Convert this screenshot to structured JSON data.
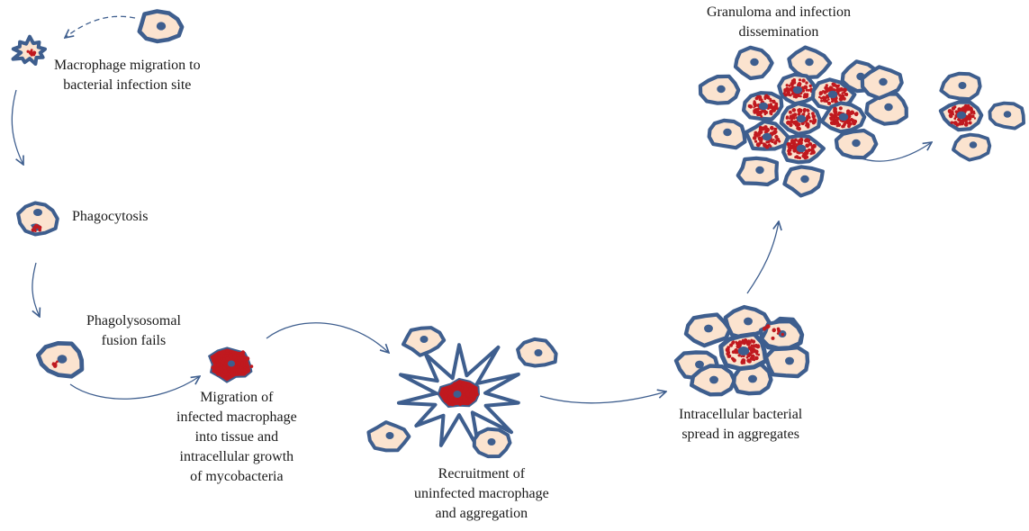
{
  "stages": [
    {
      "id": "migration",
      "lines": [
        "Macrophage migration to",
        "bacterial infection site"
      ]
    },
    {
      "id": "phagocytosis",
      "lines": [
        "Phagocytosis"
      ]
    },
    {
      "id": "phagolysosomal",
      "lines": [
        "Phagolysosomal",
        "fusion fails"
      ]
    },
    {
      "id": "tissue-migration",
      "lines": [
        "Migration of",
        "infected macrophage",
        "into tissue and",
        "intracellular growth",
        "of mycobacteria"
      ]
    },
    {
      "id": "recruitment",
      "lines": [
        "Recruitment of",
        "uninfected macrophage",
        "and aggregation"
      ]
    },
    {
      "id": "spread",
      "lines": [
        "Intracellular bacterial",
        "spread in aggregates"
      ]
    },
    {
      "id": "granuloma",
      "lines": [
        "Granuloma and infection",
        "dissemination"
      ]
    }
  ],
  "colors": {
    "cell_fill": "#fbe3cf",
    "cell_outline": "#3e5e8e",
    "nucleus": "#3e5e8e",
    "bacteria": "#c0191f",
    "arrow": "#3e5e8e"
  }
}
